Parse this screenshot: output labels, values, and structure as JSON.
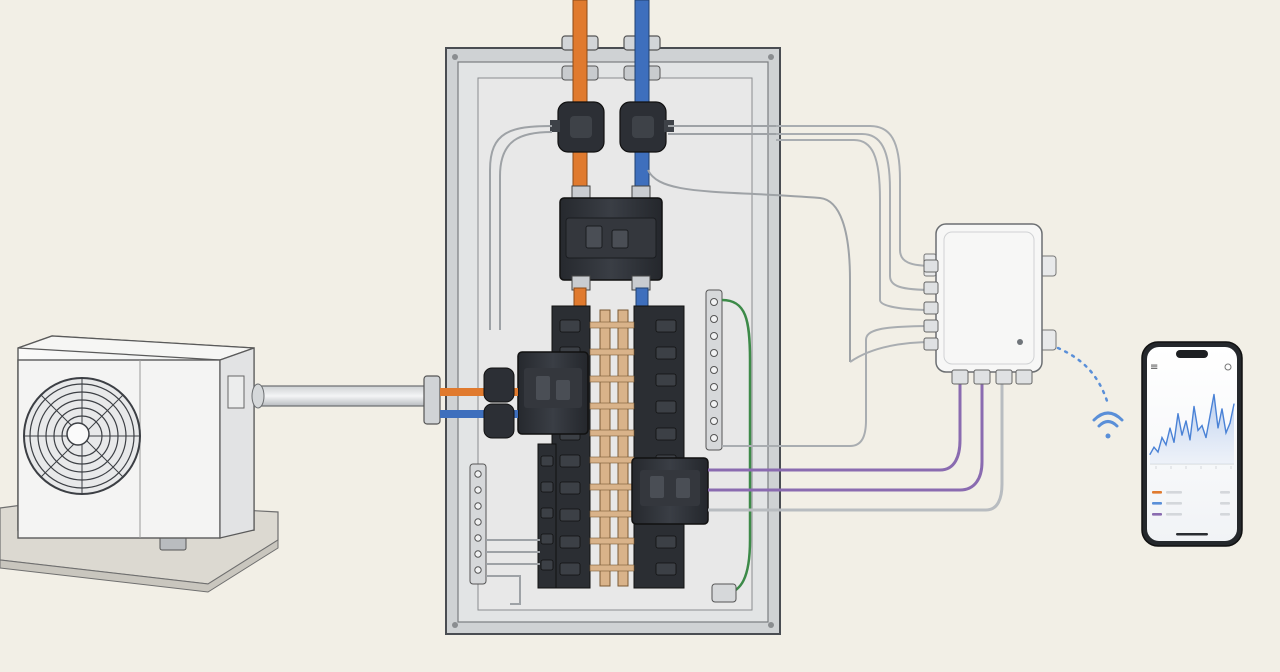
{
  "illustration": {
    "components": [
      "outdoor-heat-pump-unit",
      "electrical-panel",
      "main-breaker",
      "current-transformer-clamps",
      "branch-breakers",
      "neutral-bar",
      "ground-bar",
      "energy-monitor-hub",
      "smartphone-app"
    ]
  },
  "colors": {
    "background": "#f2efe6",
    "line_hot": "#e07a2e",
    "line_neutral": "#3e6fbd",
    "ground_wire": "#3c8a48",
    "sensor_wire": "#8a6bb0",
    "breaker_body": "#2f3238",
    "bus_bar": "#d9b38a",
    "wifi": "#5a8fd8"
  },
  "phone": {
    "status_glyph": "≡",
    "chart_data": {
      "type": "area",
      "x": [
        0,
        1,
        2,
        3,
        4,
        5,
        6,
        7,
        8,
        9,
        10,
        11,
        12,
        13,
        14,
        15,
        16,
        17,
        18,
        19,
        20,
        21
      ],
      "values": [
        8,
        14,
        10,
        22,
        16,
        30,
        18,
        42,
        24,
        36,
        20,
        48,
        28,
        32,
        22,
        40,
        58,
        30,
        46,
        26,
        34,
        50
      ],
      "ylim": [
        0,
        60
      ],
      "title": "",
      "xlabel": "",
      "ylabel": "",
      "grid": false,
      "series_color": "#4a82d6"
    },
    "legend_colors": [
      "#e07a2e",
      "#5a8fd8",
      "#8a6bb0"
    ]
  }
}
